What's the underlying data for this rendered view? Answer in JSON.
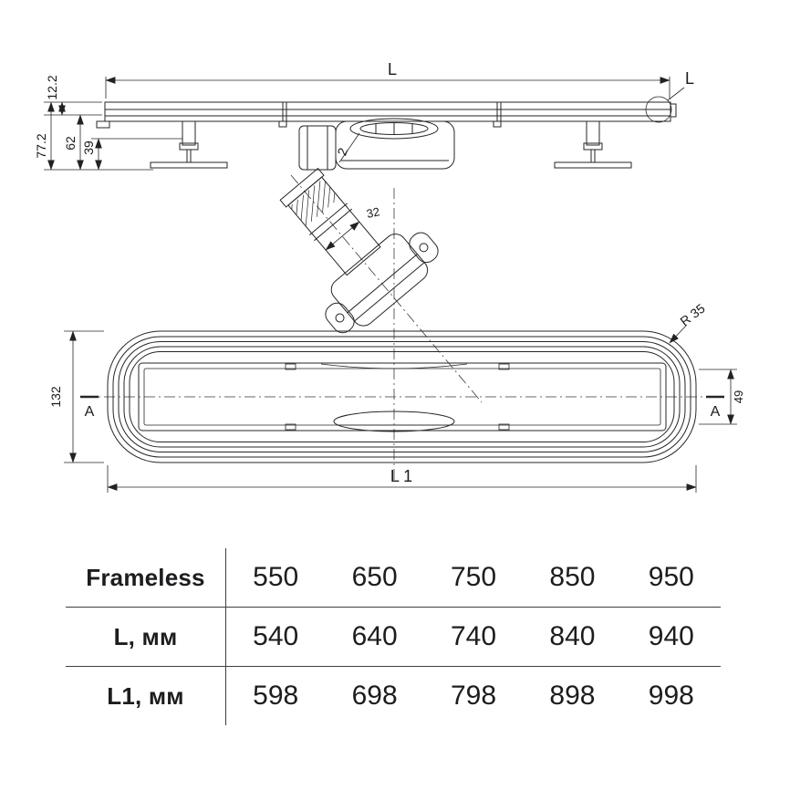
{
  "side_view": {
    "dim_length_label": "L",
    "corner_detail_label": "L",
    "dim_edge_height": "12.2",
    "dim_total_height": "77.2",
    "dim_body_height": "62",
    "dim_clearance": "39",
    "dim_slope": "2"
  },
  "plan_view": {
    "dim_pipe_diameter": "32",
    "dim_corner_radius": "R 35",
    "dim_width": "132",
    "dim_channel_width": "49",
    "section_marker_left": "A",
    "section_marker_right": "A",
    "dim_overall_length": "L 1"
  },
  "table": {
    "rows": [
      {
        "label": "Frameless",
        "values": [
          "550",
          "650",
          "750",
          "850",
          "950"
        ]
      },
      {
        "label": "L, мм",
        "values": [
          "540",
          "640",
          "740",
          "840",
          "940"
        ]
      },
      {
        "label": "L1, мм",
        "values": [
          "598",
          "698",
          "798",
          "898",
          "998"
        ]
      }
    ]
  }
}
